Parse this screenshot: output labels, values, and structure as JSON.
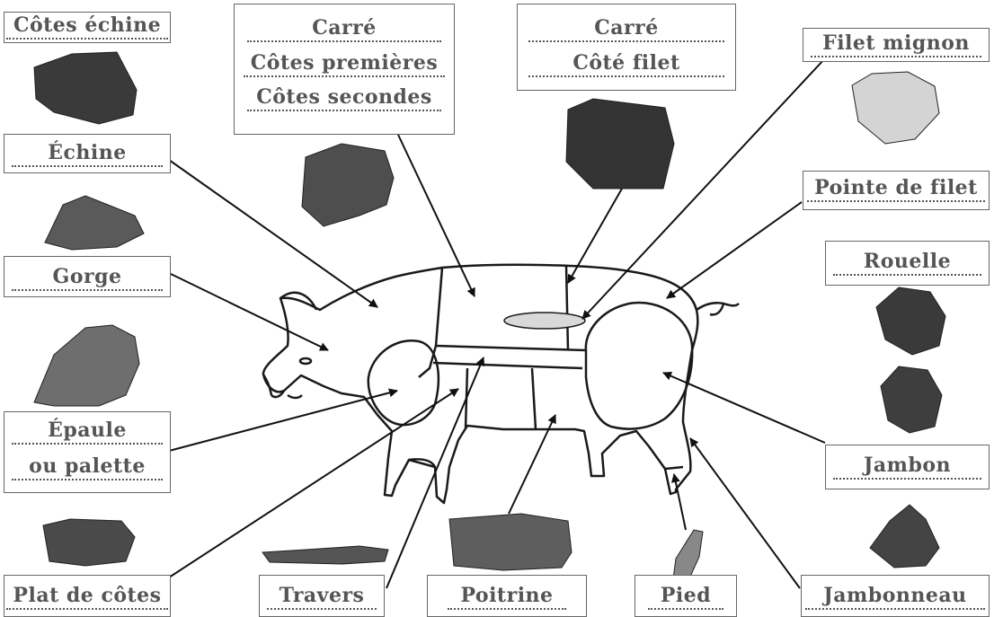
{
  "labels": {
    "cotes_echine": "Côtes échine",
    "carre_1": "Carré",
    "cotes_premieres": "Côtes premières",
    "cotes_secondes": "Côtes secondes",
    "carre_2": "Carré",
    "cote_filet": "Côté filet",
    "filet_mignon": "Filet mignon",
    "echine": "Échine",
    "pointe_de_filet": "Pointe de filet",
    "gorge": "Gorge",
    "rouelle": "Rouelle",
    "epaule": "Épaule",
    "ou_palette": "ou palette",
    "jambon": "Jambon",
    "plat_de_cotes": "Plat de côtes",
    "travers": "Travers",
    "poitrine": "Poitrine",
    "pied": "Pied",
    "jambonneau": "Jambonneau"
  },
  "colors": {
    "outline": "#1a1a1a",
    "label_text": "#555555",
    "meat_dark": "#3a3a3a",
    "meat_mid": "#6e6e6e",
    "filet_highlight": "#d9d9d9"
  }
}
